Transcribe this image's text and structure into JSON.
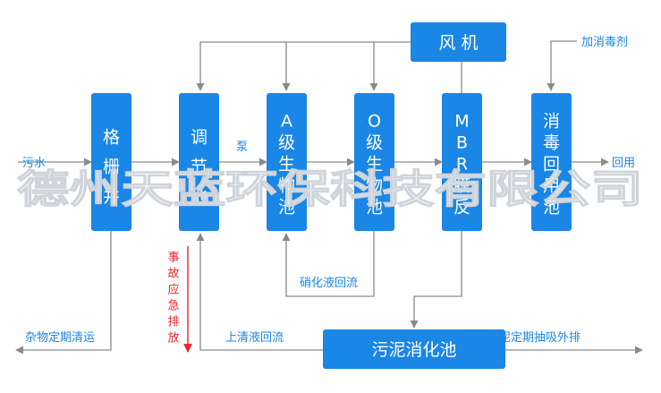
{
  "units": [
    {
      "id": "grid",
      "label": "格栅井"
    },
    {
      "id": "regulating",
      "label": "调节池"
    },
    {
      "id": "a-tank",
      "label": "A级生物池"
    },
    {
      "id": "o-tank",
      "label": "O级生物池"
    },
    {
      "id": "mbr",
      "label": "MBR膜反"
    },
    {
      "id": "disinfection",
      "label": "消毒回用池"
    }
  ],
  "blower": "风 机",
  "sludge_tank": "污泥消化池",
  "labels": {
    "sewage_in": "污水",
    "pump": "泵",
    "reuse": "回用",
    "add_disinfectant": "加消毒剂",
    "nitrate_return": "硝化液回流",
    "emergency": "事故应急排放",
    "debris": "杂物定期清运",
    "supernatant_return": "上清液回流",
    "sludge_out": "剩余污泥定期抽吸外排"
  },
  "watermark": "德州天蓝环保科技有限公司",
  "colors": {
    "box": "#1a86e6",
    "line": "#8a8a8a",
    "emergency": "#e8232a"
  }
}
